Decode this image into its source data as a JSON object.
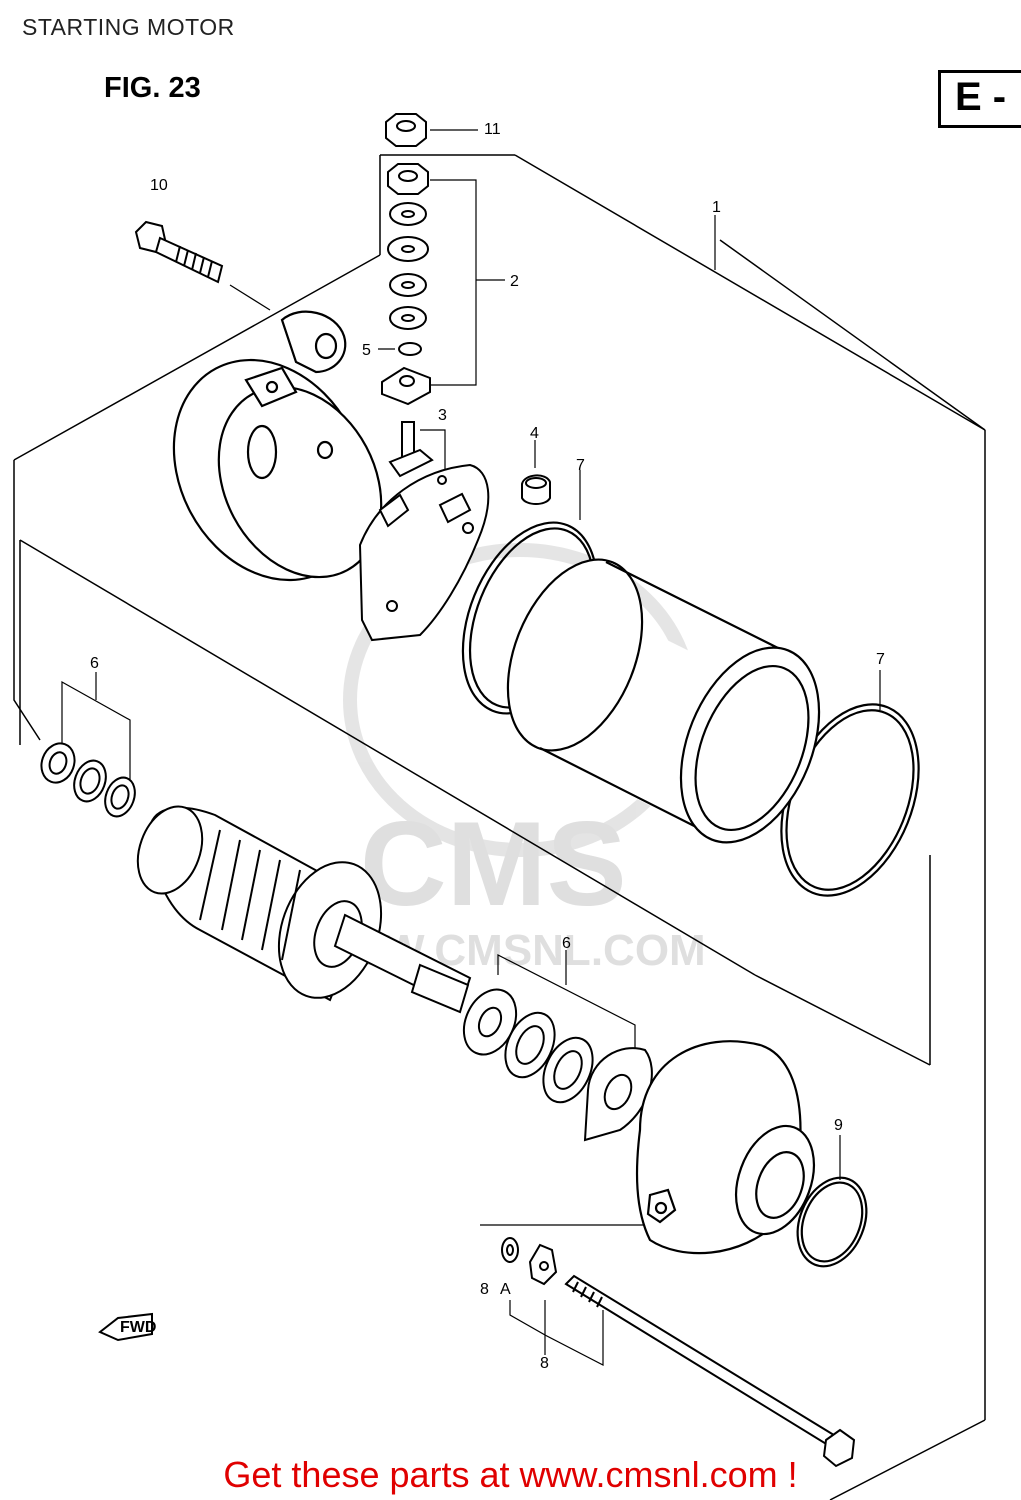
{
  "page_title": "STARTING MOTOR",
  "figure_label": "FIG. 23",
  "section_marker": "E -",
  "fwd_label": "FWD",
  "watermark": {
    "brand": "CMS",
    "url": "WWW.CMSNL.COM"
  },
  "callouts": {
    "c1": "1",
    "c2": "2",
    "c3": "3",
    "c4": "4",
    "c5": "5",
    "c6a": "6",
    "c6b": "6",
    "c7a": "7",
    "c7b": "7",
    "c8a": "8",
    "c8b": "A",
    "c8c": "8",
    "c9": "9",
    "c10": "10",
    "c11": "11"
  },
  "footer_text": "Get these parts at www.cmsnl.com !"
}
